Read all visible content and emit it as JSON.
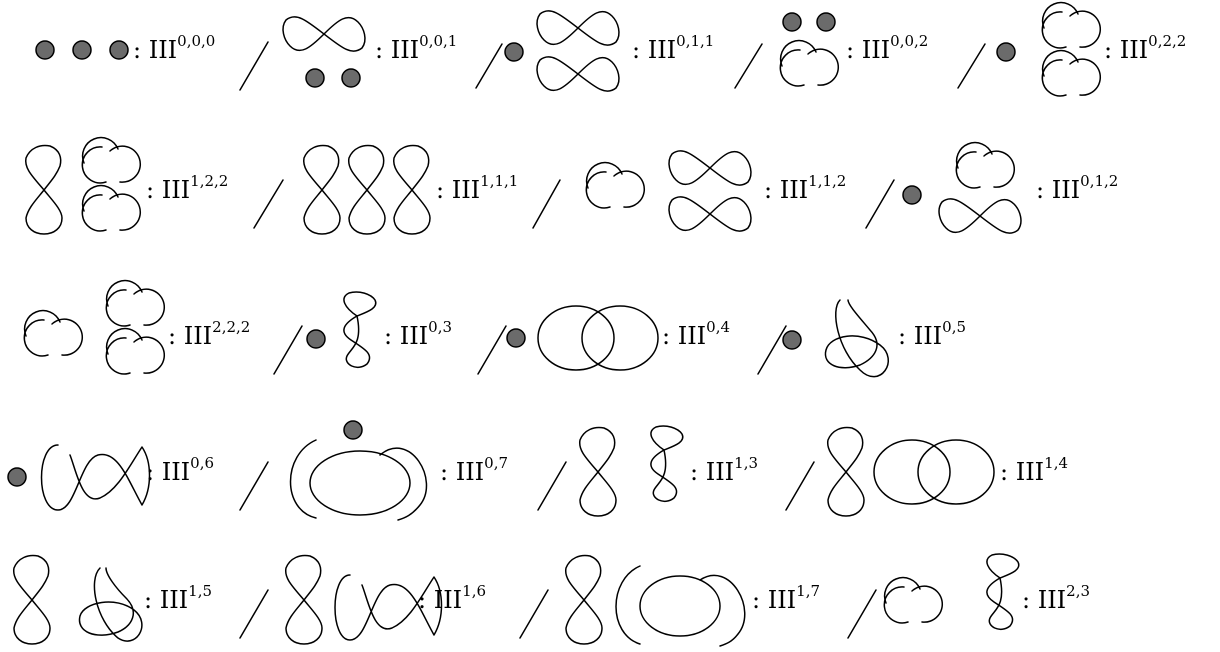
{
  "labels": {
    "r1": [
      "III",
      "III",
      "III",
      "III",
      "III"
    ],
    "r1_sup": [
      "0,0,0",
      "0,0,1",
      "0,1,1",
      "0,0,2",
      "0,2,2"
    ],
    "r2": [
      "III",
      "III",
      "III",
      "III"
    ],
    "r2_sup": [
      "1,2,2",
      "1,1,1",
      "1,1,2",
      "0,1,2"
    ],
    "r3": [
      "III",
      "III",
      "III",
      "III"
    ],
    "r3_sup": [
      "2,2,2",
      "0,3",
      "0,4",
      "0,5"
    ],
    "r4": [
      "III",
      "III",
      "III",
      "III"
    ],
    "r4_sup": [
      "0,6",
      "0,7",
      "1,3",
      "1,4"
    ],
    "r5": [
      "III",
      "III",
      "III",
      "III"
    ],
    "r5_sup": [
      "1,5",
      "1,6",
      "1,7",
      "2,3"
    ]
  },
  "colon": ": ",
  "colors": {
    "dot_fill": "#6b6b6b",
    "stroke": "#000000"
  }
}
